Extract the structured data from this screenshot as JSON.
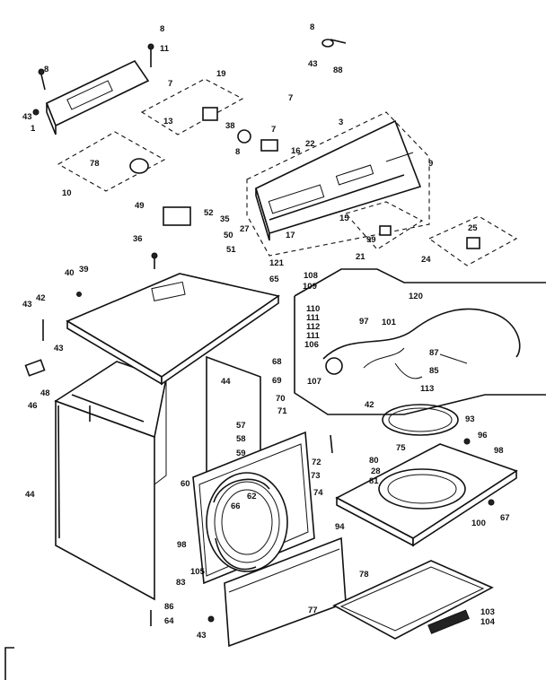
{
  "labels": [
    "8",
    "11",
    "8",
    "43",
    "1",
    "7",
    "19",
    "13",
    "38",
    "7",
    "3",
    "7",
    "22",
    "16",
    "8",
    "78",
    "10",
    "49",
    "52",
    "35",
    "50",
    "51",
    "27",
    "9",
    "15",
    "17",
    "99",
    "21",
    "25",
    "24",
    "121",
    "36",
    "40",
    "39",
    "43",
    "42",
    "43",
    "65",
    "108",
    "109",
    "110",
    "111",
    "112",
    "111",
    "97",
    "101",
    "120",
    "106",
    "107",
    "87",
    "85",
    "113",
    "42",
    "68",
    "69",
    "70",
    "71",
    "44",
    "48",
    "46",
    "44",
    "57",
    "58",
    "59",
    "60",
    "62",
    "66",
    "98",
    "105",
    "83",
    "86",
    "64",
    "43",
    "77",
    "72",
    "73",
    "74",
    "80",
    "28",
    "81",
    "94",
    "93",
    "75",
    "96",
    "98",
    "67",
    "100",
    "78",
    "103",
    "104",
    "8",
    "43",
    "88"
  ]
}
